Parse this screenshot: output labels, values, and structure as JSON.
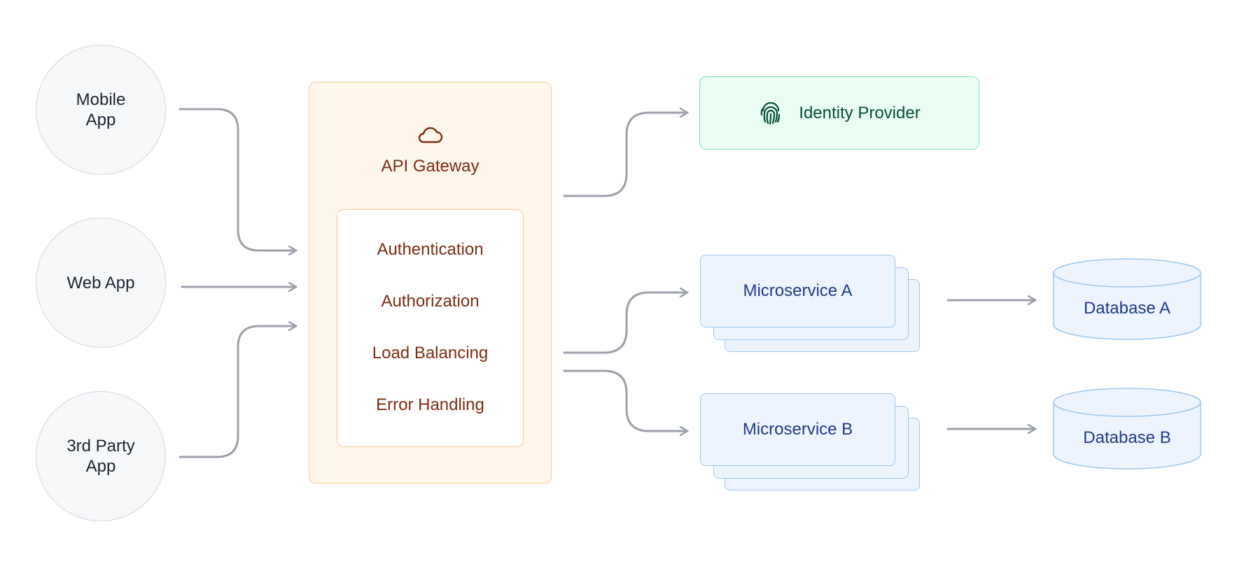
{
  "clients": [
    {
      "label": "Mobile\nApp"
    },
    {
      "label": "Web App"
    },
    {
      "label": "3rd Party\nApp"
    }
  ],
  "gateway": {
    "title": "API Gateway",
    "icon": "cloud-icon",
    "features": [
      "Authentication",
      "Authorization",
      "Load Balancing",
      "Error Handling"
    ]
  },
  "identity_provider": {
    "label": "Identity Provider",
    "icon": "fingerprint-icon"
  },
  "microservices": [
    {
      "label": "Microservice A"
    },
    {
      "label": "Microservice B"
    }
  ],
  "databases": [
    {
      "label": "Database A"
    },
    {
      "label": "Database B"
    }
  ],
  "colors": {
    "connector": "#9ca1ab",
    "gateway_border": "#f7c98e",
    "gateway_text": "#7c2d12",
    "idp_border": "#86e2b7",
    "idp_text": "#064e3b",
    "service_border": "#9cc7ef",
    "service_text": "#1e3a8a"
  }
}
